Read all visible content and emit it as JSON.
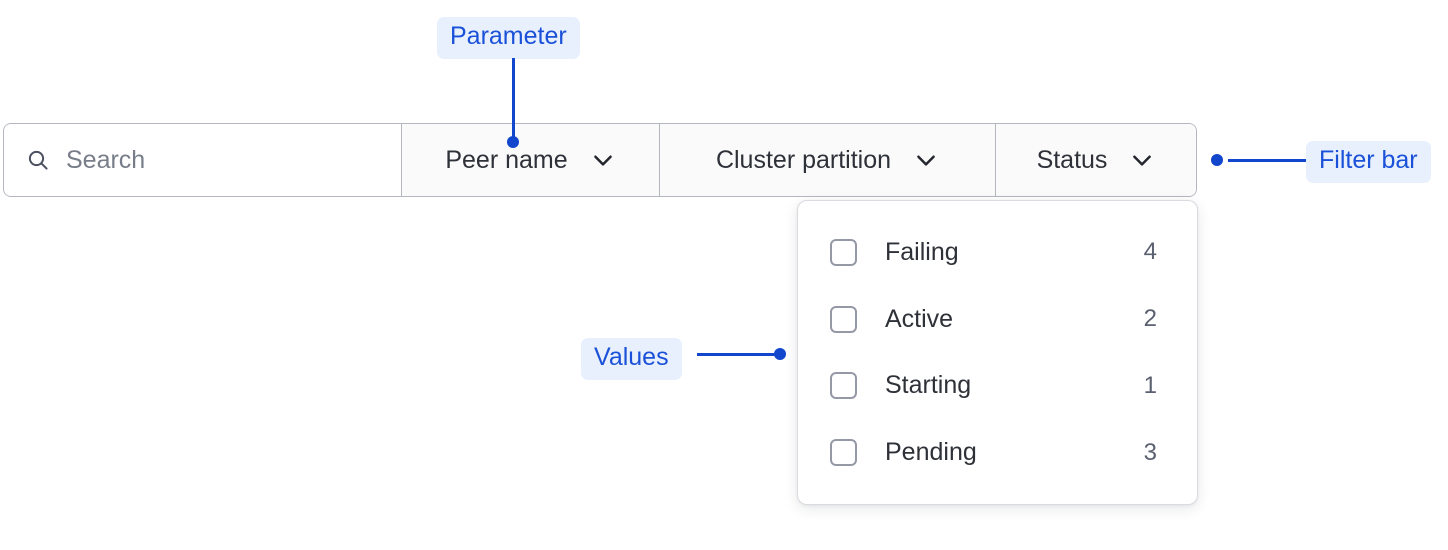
{
  "filter_bar": {
    "search": {
      "icon": "search-icon",
      "placeholder": "Search",
      "value": ""
    },
    "dropdowns": [
      {
        "label": "Peer name",
        "icon": "chevron-down-icon",
        "expanded": false
      },
      {
        "label": "Cluster partition",
        "icon": "chevron-down-icon",
        "expanded": false
      },
      {
        "label": "Status",
        "icon": "chevron-down-icon",
        "expanded": true
      }
    ]
  },
  "dropdown_panel": {
    "options": [
      {
        "label": "Failing",
        "count": "4",
        "checked": false
      },
      {
        "label": "Active",
        "count": "2",
        "checked": false
      },
      {
        "label": "Starting",
        "count": "1",
        "checked": false
      },
      {
        "label": "Pending",
        "count": "3",
        "checked": false
      }
    ]
  },
  "annotations": [
    {
      "label": "Parameter",
      "target": "dropdown-peer-name"
    },
    {
      "label": "Filter bar",
      "target": "filter-bar"
    },
    {
      "label": "Values",
      "target": "dropdown-panel"
    }
  ],
  "colors": {
    "annotation_text": "#1a51d8",
    "annotation_pill_bg": "#e8f0fe",
    "annotation_line": "#1246cc",
    "bar_border": "#b4b7c0",
    "text_primary": "#2e3138",
    "text_muted": "#5b6070",
    "placeholder": "#787d8a"
  }
}
